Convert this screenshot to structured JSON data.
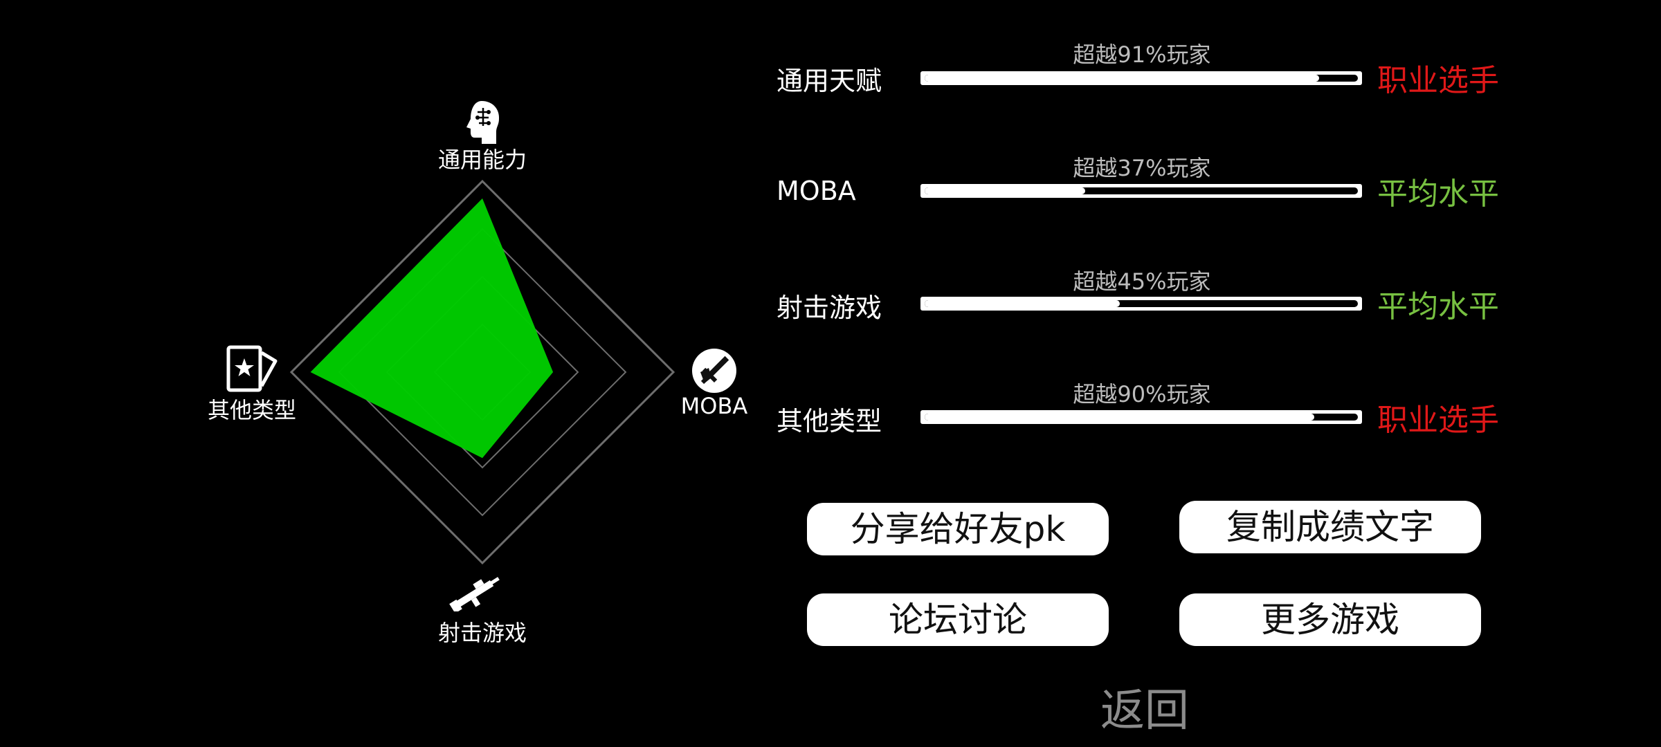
{
  "radar": {
    "axes": [
      {
        "label": "通用能力",
        "icon": "head-profile-icon",
        "value": 0.91
      },
      {
        "label": "MOBA",
        "icon": "sword-shield-icon",
        "value": 0.37
      },
      {
        "label": "射击游戏",
        "icon": "rifle-icon",
        "value": 0.45
      },
      {
        "label": "其他类型",
        "icon": "star-card-icon",
        "value": 0.9
      }
    ],
    "fill_color": "#00cc00",
    "grid_color": "#6e6e6e",
    "grid_levels": 4
  },
  "stats": [
    {
      "label": "通用天赋",
      "percentile_text": "超越91%玩家",
      "percentile": 91,
      "level": "职业选手",
      "level_color": "#e01818"
    },
    {
      "label": "MOBA",
      "percentile_text": "超越37%玩家",
      "percentile": 37,
      "level": "平均水平",
      "level_color": "#77c041"
    },
    {
      "label": "射击游戏",
      "percentile_text": "超越45%玩家",
      "percentile": 45,
      "level": "平均水平",
      "level_color": "#77c041"
    },
    {
      "label": "其他类型",
      "percentile_text": "超越90%玩家",
      "percentile": 90,
      "level": "职业选手",
      "level_color": "#e01818"
    }
  ],
  "buttons": {
    "share": "分享给好友pk",
    "copy": "复制成绩文字",
    "forum": "论坛讨论",
    "more": "更多游戏",
    "back": "返回"
  }
}
